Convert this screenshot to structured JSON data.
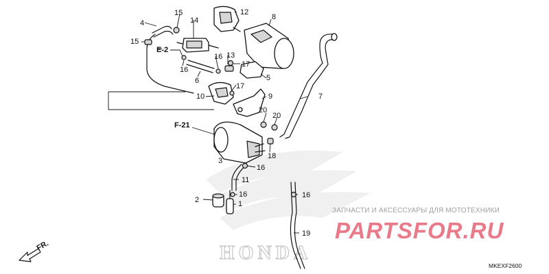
{
  "callouts": {
    "c1": "1",
    "c2": "2",
    "c3": "3",
    "c4": "4",
    "c5": "5",
    "c6": "6",
    "c7": "7",
    "c8": "8",
    "c9": "9",
    "c10": "10",
    "c11": "11",
    "c12": "12",
    "c13": "13",
    "c14": "14",
    "c15a": "15",
    "c15b": "15",
    "c16a": "16",
    "c16b": "16",
    "c16c": "16",
    "c16d": "16",
    "c16e": "16",
    "c17a": "17",
    "c17b": "17",
    "c18": "18",
    "c19": "19",
    "c20a": "20",
    "c20b": "20"
  },
  "references": {
    "e2": "E-2",
    "f21": "F-21"
  },
  "direction_marker": "FR.",
  "watermark": {
    "subtitle": "ЗАПЧАСТИ И АКСЕССУАРЫ ДЛЯ МОТОТЕХНИКИ",
    "logo": "PARTSFOR.RU",
    "brand": "HONDA"
  },
  "diagram_code": "MKEXF2600",
  "colors": {
    "line": "#111111",
    "watermark_logo": "#e87a8a",
    "watermark_text": "#a0a0a0",
    "honda_wing": "#e4e4e4"
  }
}
